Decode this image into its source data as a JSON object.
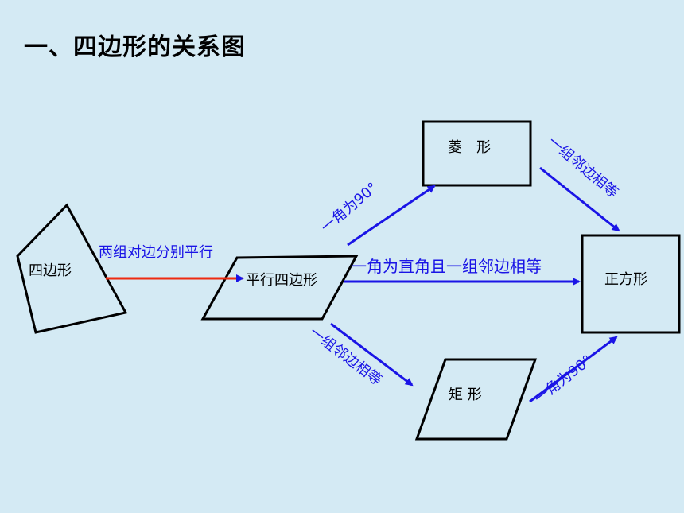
{
  "title": "一、四边形的关系图",
  "nodes": {
    "quadrilateral": "四边形",
    "parallelogram": "平行四边形",
    "rhombus": "菱　形",
    "rectangle": "矩 形",
    "square": "正方形"
  },
  "edges": {
    "quad_to_parallelogram": "两组对边分别平行",
    "parallelogram_to_rhombus": "一角为90°",
    "parallelogram_to_square": "一角为直角且一组邻边相等",
    "parallelogram_to_rectangle": "一组邻边相等",
    "rhombus_to_square": "一组邻边相等",
    "rectangle_to_square": "一角为90°"
  },
  "colors": {
    "background": "#d4eaf4",
    "arrow_blue": "#1a14e6",
    "arrow_red": "#ee2a10",
    "label_blue": "#1a14e6",
    "outline": "#000000"
  }
}
